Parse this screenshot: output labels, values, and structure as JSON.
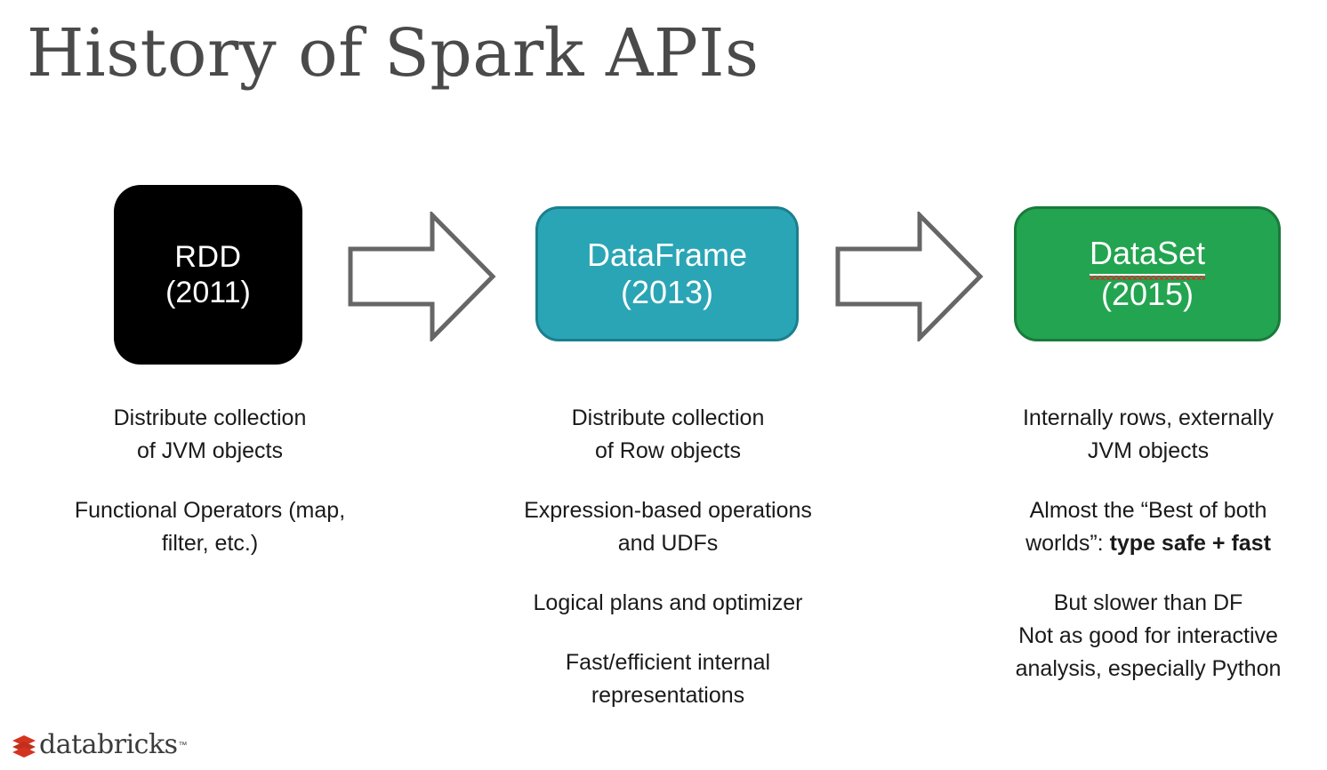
{
  "slide": {
    "title": "History of Spark APIs",
    "title_color": "#4a4a4a",
    "background_color": "#ffffff"
  },
  "stages": [
    {
      "name": "RDD",
      "year": "(2011)",
      "fill_color": "#000000",
      "text_color": "#ffffff",
      "spellcheck_underline": false
    },
    {
      "name": "DataFrame",
      "year": "(2013)",
      "fill_color": "#2aa5b5",
      "border_color": "#1b7f8d",
      "text_color": "#ffffff",
      "spellcheck_underline": false
    },
    {
      "name": "DataSet",
      "year": "(2015)",
      "fill_color": "#23a450",
      "border_color": "#1a7a3c",
      "text_color": "#ffffff",
      "spellcheck_underline": true,
      "spellcheck_color": "#e8202a"
    }
  ],
  "arrows": [
    {
      "icon": "block-right-arrow-icon",
      "stroke_color": "#666666",
      "fill_color": "#ffffff"
    },
    {
      "icon": "block-right-arrow-icon",
      "stroke_color": "#666666",
      "fill_color": "#ffffff"
    }
  ],
  "columns": [
    {
      "for_stage": "RDD",
      "items": [
        "Distribute collection\nof JVM objects",
        "Functional Operators (map,\nfilter, etc.)"
      ],
      "lines": [
        [
          "Distribute collection",
          "of JVM objects"
        ],
        [
          "Functional Operators (map,",
          "filter, etc.)"
        ]
      ]
    },
    {
      "for_stage": "DataFrame",
      "items": [
        "Distribute collection\nof Row objects",
        "Expression-based operations\nand UDFs",
        "Logical plans and optimizer",
        "Fast/efficient internal\nrepresentations"
      ],
      "lines": [
        [
          "Distribute collection",
          "of Row objects"
        ],
        [
          "Expression-based operations",
          "and UDFs"
        ],
        [
          "Logical plans and optimizer"
        ],
        [
          "Fast/efficient internal",
          "representations"
        ]
      ]
    },
    {
      "for_stage": "DataSet",
      "items": [
        "Internally rows, externally\nJVM objects",
        "Almost the “Best of both\nworlds”: type safe + fast",
        "But slower than DF\nNot as good for interactive\nanalysis, especially Python"
      ],
      "lines": [
        [
          "Internally rows, externally",
          "JVM objects"
        ],
        [
          "Almost the “Best of both",
          "worlds”: "
        ],
        [
          "But slower than DF",
          "Not as good for interactive",
          "analysis, especially Python"
        ]
      ],
      "bold_fragment": "type safe + fast"
    }
  ],
  "branding": {
    "wordmark": "databricks",
    "trademark": "™",
    "mark_color": "#d4341f",
    "wordmark_color": "#3b3b3b"
  }
}
